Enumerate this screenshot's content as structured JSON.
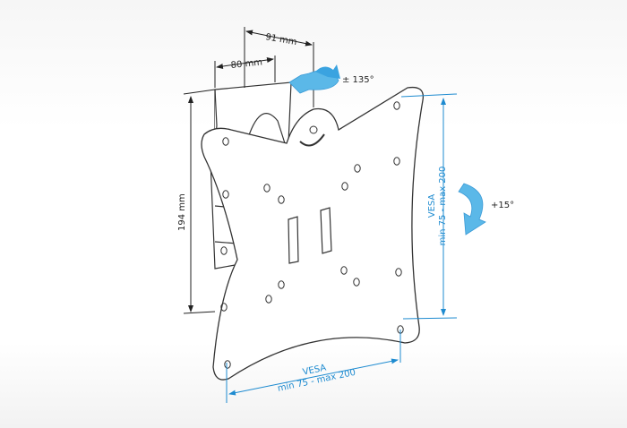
{
  "dimensions": {
    "depth_max": "91 mm",
    "depth_min": "80 mm",
    "height": "194 mm",
    "swivel": "± 135°",
    "tilt": "+15°",
    "vesa_horizontal_title": "VESA",
    "vesa_horizontal_range": "min 75 - max 200",
    "vesa_vertical_title": "VESA",
    "vesa_vertical_range": "min 75 - max 200"
  },
  "colors": {
    "dimension_line": "#1e8bd0",
    "arrow": "#5bb8e8",
    "outline": "#333333"
  }
}
